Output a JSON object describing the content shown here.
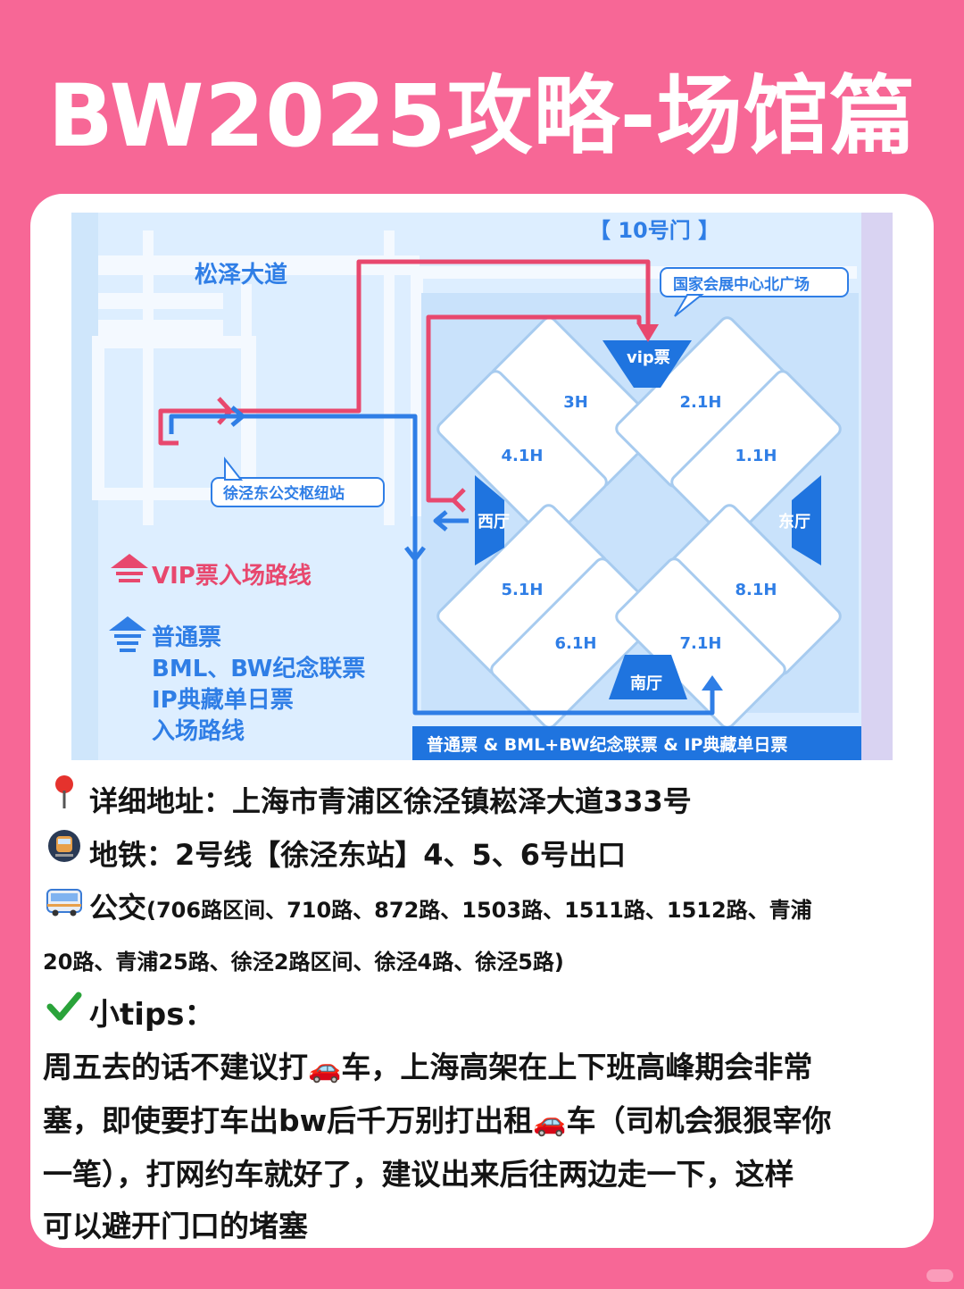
{
  "title": "BW2025攻略-场馆篇",
  "map": {
    "road_name": "松泽大道",
    "gate": "【 10号门 】",
    "north_plaza": "国家会展中心北广场",
    "bus_station": "徐泾东公交枢纽站",
    "vip_entrance": "vip票",
    "halls": [
      "3H",
      "2.1H",
      "4.1H",
      "1.1H",
      "5.1H",
      "8.1H",
      "6.1H",
      "7.1H"
    ],
    "west_hall": "西厅",
    "east_hall": "东厅",
    "south_hall": "南厅",
    "legend_vip": "VIP票入场路线",
    "legend_general_lines": [
      "普通票",
      "BML、BW纪念联票",
      "IP典藏单日票",
      "入场路线"
    ],
    "bottom_bar": "普通票 & BML+BW纪念联票 & IP典藏单日票",
    "colors": {
      "vip_route": "#e8486e",
      "general_route": "#2f7ee6",
      "hall_blue": "#1f74df",
      "map_bg": "#ddeeff"
    }
  },
  "info": {
    "address_icon": "pin-icon",
    "address": "详细地址：上海市青浦区徐泾镇崧泽大道333号",
    "metro_icon": "metro-icon",
    "metro": "地铁：2号线【徐泾东站】4、5、6号出口",
    "bus_icon": "bus-icon",
    "bus_label": "公交",
    "bus_detail_1": "(706路区间、710路、872路、1503路、1511路、1512路、青浦",
    "bus_detail_2": "20路、青浦25路、徐泾2路区间、徐泾4路、徐泾5路)",
    "tips_icon": "check-icon",
    "tips_label": "小tips：",
    "tips_1a": "周五去的话不建议打",
    "tips_1b": "车，上海高架在上下班高峰期会非常",
    "tips_2a": "塞，即使要打车出bw后千万别打出租",
    "tips_2b": "车（司机会狠狠宰你",
    "tips_3": "一笔），打网约车就好了，建议出来后往两边走一下，这样",
    "tips_4": "可以避开门口的堵塞"
  }
}
